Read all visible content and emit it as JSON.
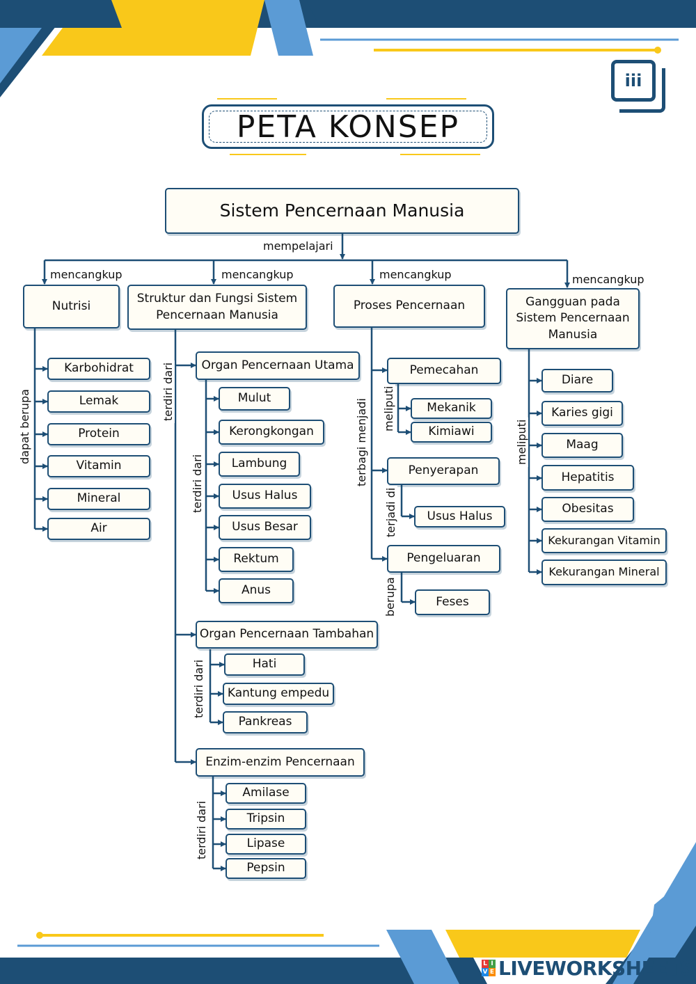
{
  "title": "PETA KONSEP",
  "icon_text": "iii",
  "colors": {
    "navy": "#1d4e75",
    "yellow": "#f9c81a",
    "light_blue": "#5b9bd5"
  },
  "root": "Sistem Pencernaan Manusia",
  "labels": {
    "mempelajari": "mempelajari",
    "mencangkup": "mencangkup",
    "dapat_berupa": "dapat berupa",
    "terdiri_dari": "terdiri dari",
    "terbagi_menjadi": "terbagi menjadi",
    "meliputi": "meliputi",
    "terjadi_di": "terjadi di",
    "berupa": "berupa"
  },
  "branches": {
    "nutrisi": {
      "title": "Nutrisi",
      "items": [
        "Karbohidrat",
        "Lemak",
        "Protein",
        "Vitamin",
        "Mineral",
        "Air"
      ]
    },
    "struktur": {
      "title": "Struktur dan Fungsi Sistem Pencernaan Manusia",
      "utama": {
        "title": "Organ Pencernaan Utama",
        "items": [
          "Mulut",
          "Kerongkongan",
          "Lambung",
          "Usus Halus",
          "Usus Besar",
          "Rektum",
          "Anus"
        ]
      },
      "tambahan": {
        "title": "Organ Pencernaan Tambahan",
        "items": [
          "Hati",
          "Kantung empedu",
          "Pankreas"
        ]
      },
      "enzim": {
        "title": "Enzim-enzim Pencernaan",
        "items": [
          "Amilase",
          "Tripsin",
          "Lipase",
          "Pepsin"
        ]
      }
    },
    "proses": {
      "title": "Proses Pencernaan",
      "pemecahan": {
        "title": "Pemecahan",
        "items": [
          "Mekanik",
          "Kimiawi"
        ]
      },
      "penyerapan": {
        "title": "Penyerapan",
        "items": [
          "Usus Halus"
        ]
      },
      "pengeluaran": {
        "title": "Pengeluaran",
        "items": [
          "Feses"
        ]
      }
    },
    "gangguan": {
      "title": "Gangguan pada Sistem Pencernaan Manusia",
      "items": [
        "Diare",
        "Karies gigi",
        "Maag",
        "Hepatitis",
        "Obesitas",
        "Kekurangan Vitamin",
        "Kekurangan Mineral"
      ]
    }
  },
  "brand": "LIVEWORKSHEETS"
}
